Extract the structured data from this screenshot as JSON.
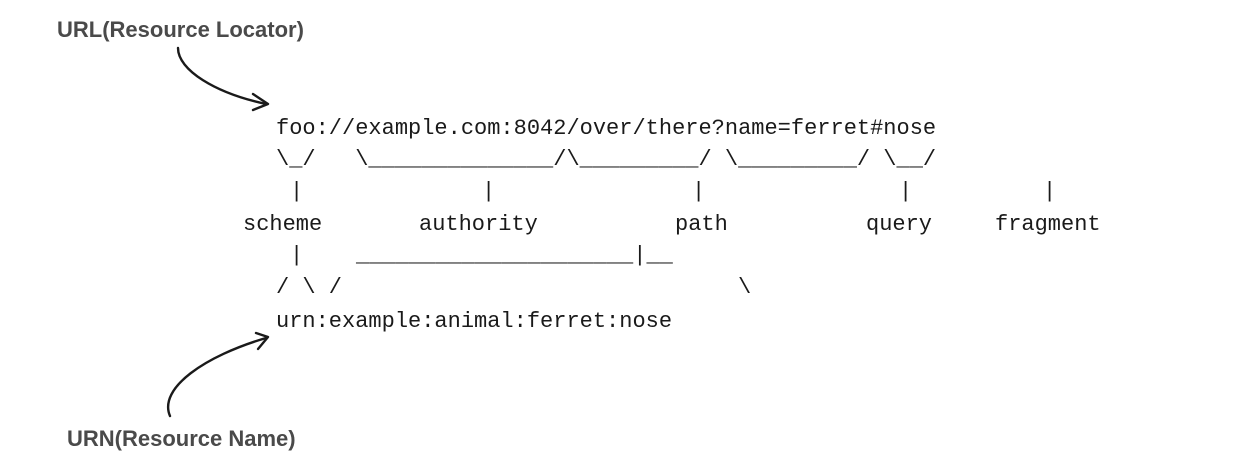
{
  "labels": {
    "url": "URL(Resource Locator)",
    "urn": "URN(Resource Name)"
  },
  "uri": {
    "url": "foo://example.com:8042/over/there?name=ferret#nose",
    "urn": "urn:example:animal:ferret:nose"
  },
  "parts": {
    "scheme": "scheme",
    "authority": "authority",
    "path": "path",
    "query": "query",
    "fragment": "fragment"
  },
  "ascii": {
    "url_brackets": "\\_/   \\______________/\\_________/ \\_________/ \\__/",
    "pipe": "|",
    "urn_connector": "_____________________|__",
    "urn_slashes": "/ \\ /",
    "urn_right_slash": "\\"
  },
  "colors": {
    "label": "#4a4a4a",
    "text": "#1a1a1a",
    "arrow": "#1a1a1a"
  }
}
